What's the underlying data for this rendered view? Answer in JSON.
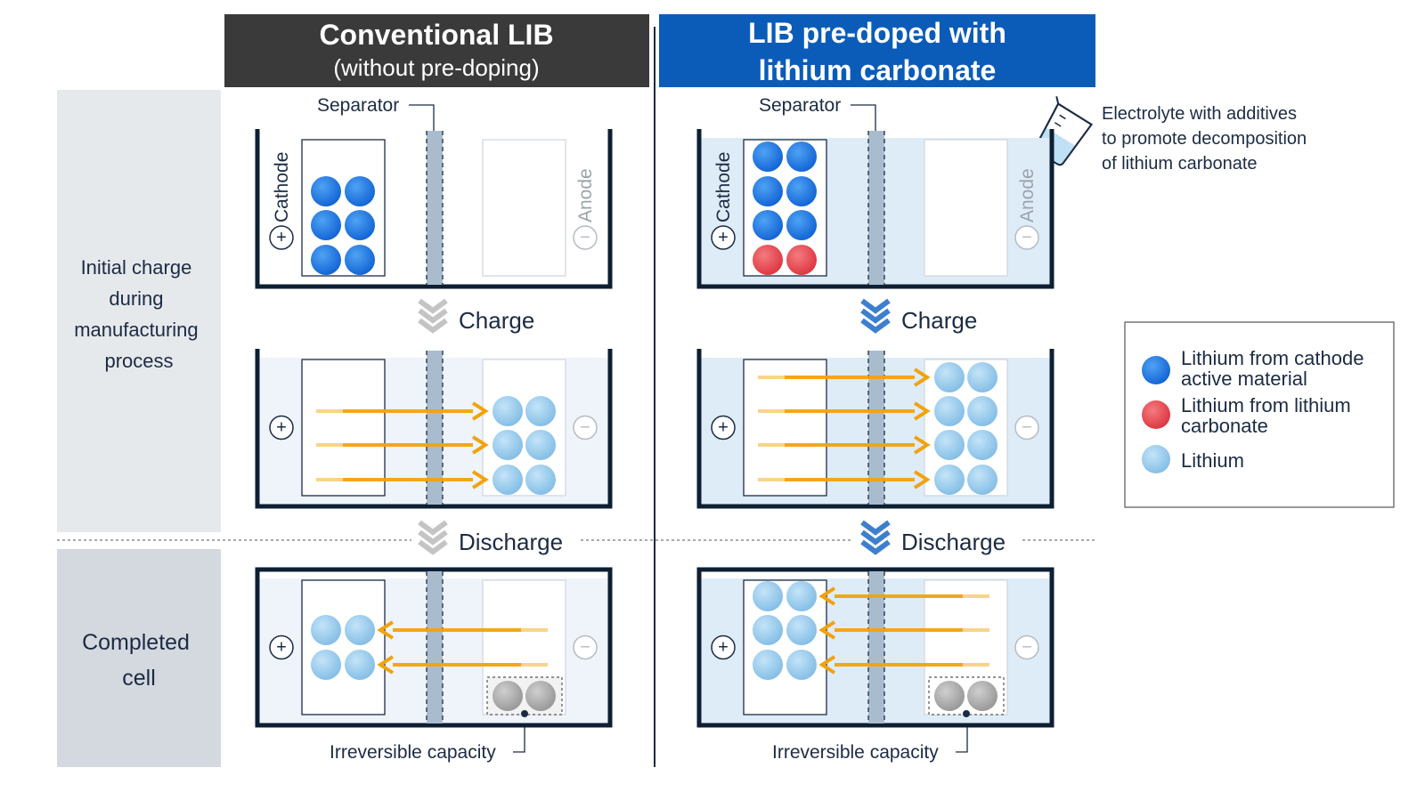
{
  "headers": {
    "left_title": "Conventional LIB",
    "left_subtitle": "(without pre-doping)",
    "right_title_line1": "LIB pre-doped with",
    "right_title_line2": "lithium carbonate"
  },
  "row_labels": {
    "initial": [
      "Initial charge",
      "during",
      "manufacturing",
      "process"
    ],
    "completed": [
      "Completed",
      "cell"
    ]
  },
  "cell_labels": {
    "separator": "Separator",
    "cathode": "Cathode",
    "anode": "Anode",
    "plus": "+",
    "minus": "−",
    "irreversible": "Irreversible capacity"
  },
  "steps": {
    "charge": "Charge",
    "discharge": "Discharge"
  },
  "electrolyte_note": [
    "Electrolyte with additives",
    "to promote decomposition",
    "of lithium carbonate"
  ],
  "legend": {
    "items": [
      {
        "lines": [
          "Lithium from cathode",
          "active material"
        ],
        "color": "#1f7de8"
      },
      {
        "lines": [
          "Lithium from lithium",
          "carbonate"
        ],
        "color": "#ec4f55"
      },
      {
        "lines": [
          "Lithium"
        ],
        "color": "#9fd0ef"
      }
    ]
  },
  "colors": {
    "dark_header": "#3a3a3a",
    "blue_header": "#0b5cb8",
    "frame": "#0e1f33",
    "electrolyte": "#deecf8",
    "arrow": "#f2a20c",
    "row_panel": "#e6e9ec",
    "row_panel_dark": "#d4d9df",
    "chevron_gray": "#c4c4c4",
    "chevron_blue": "#3d7fcf",
    "irreversible_ball": "#a8a8a8"
  }
}
